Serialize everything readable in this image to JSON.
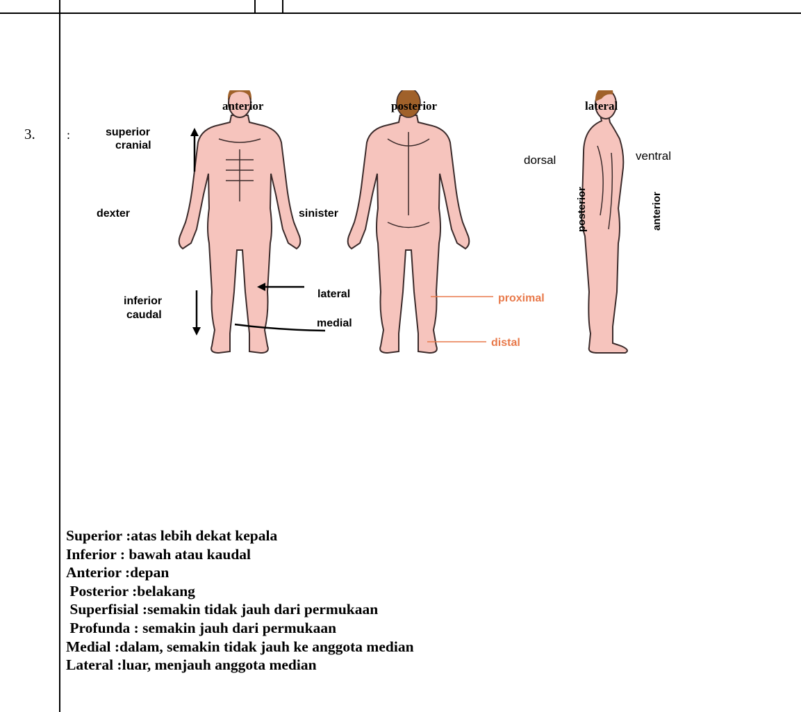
{
  "row": {
    "number": "3.",
    "colon": ":"
  },
  "figure": {
    "views": {
      "anterior": "anterior",
      "posterior": "posterior",
      "lateral": "lateral"
    },
    "labels": {
      "superior": "superior",
      "cranial": "cranial",
      "dexter": "dexter",
      "sinister": "sinister",
      "inferior": "inferior",
      "caudal": "caudal",
      "lateral": "lateral",
      "medial": "medial",
      "proximal": "proximal",
      "distal": "distal",
      "dorsal": "dorsal",
      "ventral": "ventral",
      "posterior_vertical": "posterior",
      "anterior_vertical": "anterior"
    },
    "colors": {
      "skin": "#f6c4bd",
      "outline": "#3a2a2a",
      "hair": "#a0612a",
      "orange_label": "#e8794a"
    }
  },
  "definitions": [
    "Superior :atas lebih dekat kepala",
    "Inferior : bawah atau kaudal",
    "Anterior :depan",
    " Posterior :belakang",
    " Superfisial :semakin tidak jauh dari permukaan",
    " Profunda : semakin jauh dari permukaan",
    "Medial :dalam, semakin tidak jauh ke anggota median",
    "Lateral :luar, menjauh anggota median"
  ]
}
